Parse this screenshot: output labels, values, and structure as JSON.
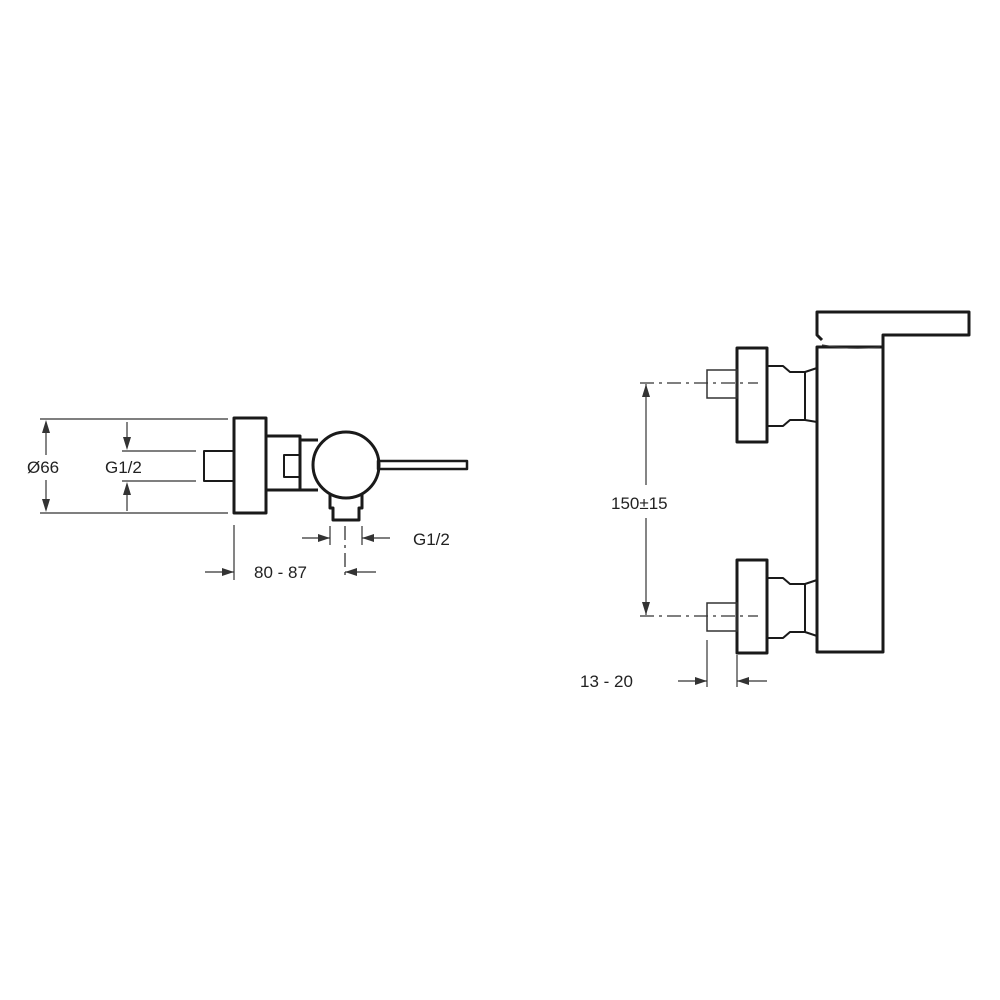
{
  "drawing": {
    "side_view": {
      "diameter_label": "Ø66",
      "inlet_thread_label": "G1/2",
      "outlet_thread_label": "G1/2",
      "projection_label": "80 - 87"
    },
    "front_view": {
      "center_distance_label": "150±15",
      "adjustment_label": "13 - 20"
    }
  }
}
